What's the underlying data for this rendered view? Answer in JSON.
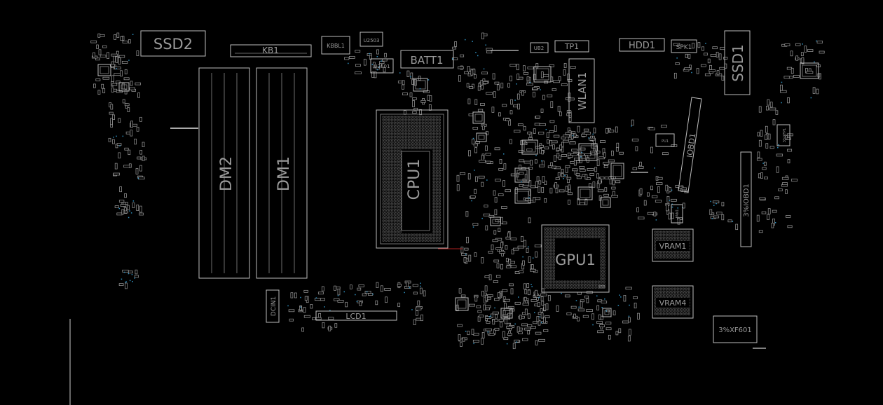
{
  "board": {
    "background": "#000000",
    "outline_color": "#bdbdbd",
    "label_color": "#9a9a9a",
    "via_color": "#2f8fbf",
    "marker_color": "#b02020"
  },
  "components": {
    "ssd2": "SSD2",
    "kb1": "KB1",
    "dm2": "DM2",
    "dm1": "DM1",
    "kbbl1": "KBBL1",
    "u2503": "U2503",
    "u2501": "U2501",
    "batt1": "BATT1",
    "cpu1": "CPU1",
    "ub2": "UB2",
    "tp1": "TP1",
    "wlan1": "WLAN1",
    "hdd1": "HDD1",
    "spk1": "SPK1",
    "ssd1": "SSD1",
    "iobd1": "IOBD1",
    "iobd1_alt": "3%IOBD1",
    "gpu1": "GPU1",
    "vram1": "VRAM1",
    "vram4": "VRAM4",
    "dcin1": "DCIN1",
    "lcd1": "LCD1",
    "xf601": "3%XF601",
    "pu1": "PU1",
    "fan1": "FAN1",
    "xfp1": "3%XFP1"
  }
}
